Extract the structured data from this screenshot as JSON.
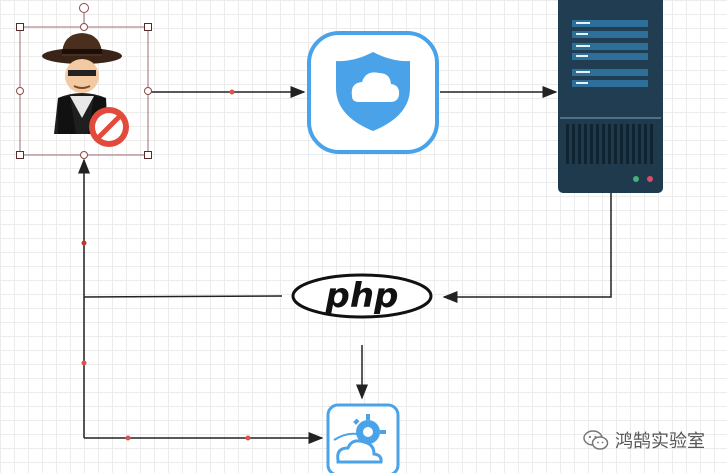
{
  "php_logo": {
    "text": "php"
  },
  "watermark": {
    "text": "鸿鹄实验室",
    "icon": "wechat-icon"
  },
  "nodes": [
    {
      "id": "attacker",
      "icon": "hacker-spy-icon"
    },
    {
      "id": "security",
      "icon": "cloud-shield-icon"
    },
    {
      "id": "server",
      "icon": "server-rack-icon"
    },
    {
      "id": "php",
      "icon": "php-logo"
    },
    {
      "id": "cloud-service",
      "icon": "cloud-gear-icon"
    }
  ],
  "colors": {
    "edge": "#222222",
    "waypoint": "#d9534f",
    "shield_blue": "#4aa3e8",
    "server_dark": "#1f3a4d",
    "server_light": "#2d5a78"
  }
}
